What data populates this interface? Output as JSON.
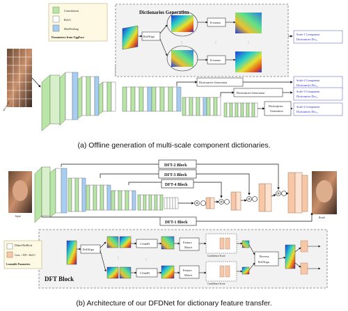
{
  "part_a": {
    "legend": {
      "convolution": "Convolution",
      "relu": "ReLU",
      "maxpooling": "MaxPooling",
      "params": "Parameters from VggFace"
    },
    "dict_gen_title": "Dictionaries Generation",
    "roialign": "RoIAlign",
    "kmeans": "K-means",
    "dictionaries_generation": "Dictionaries Generation",
    "dictionaries_generation_split": [
      "Dictionaries",
      "Generation"
    ],
    "scale_outputs": [
      [
        "Scale-1 Component",
        "Dictionaries Dicₛ₁"
      ],
      [
        "Scale-2 Component",
        "Dictionaries Dicₛ₂"
      ],
      [
        "Scale-3 Component",
        "Dictionaries Dicₛ₃"
      ],
      [
        "Scale-4 Component",
        "Dictionaries Dicₛ₄"
      ]
    ],
    "caption": "(a) Offline generation of multi-scale component dictionaries."
  },
  "part_b": {
    "blocks": [
      "DFT-2 Block",
      "DFT-3 Block",
      "DFT-4 Block",
      "DFT-1 Block"
    ],
    "input_label": "Input",
    "result_label": "Result",
    "dft_block_title": "DFT Block",
    "legend": {
      "dilated": "Dilated ResBlock",
      "conv": "Conv. + BN + ReLU",
      "learnable": "Learnable Parameters"
    },
    "roialign": "RoIAlign",
    "adain": "CAdaIN",
    "feature_match": [
      "Feature",
      "Match"
    ],
    "confidence_score": "Confidence Score",
    "reverse_roialign": [
      "Reverse",
      "RoIAlign"
    ],
    "caption": "(b) Architecture of our DFDNet for dictionary feature transfer."
  }
}
